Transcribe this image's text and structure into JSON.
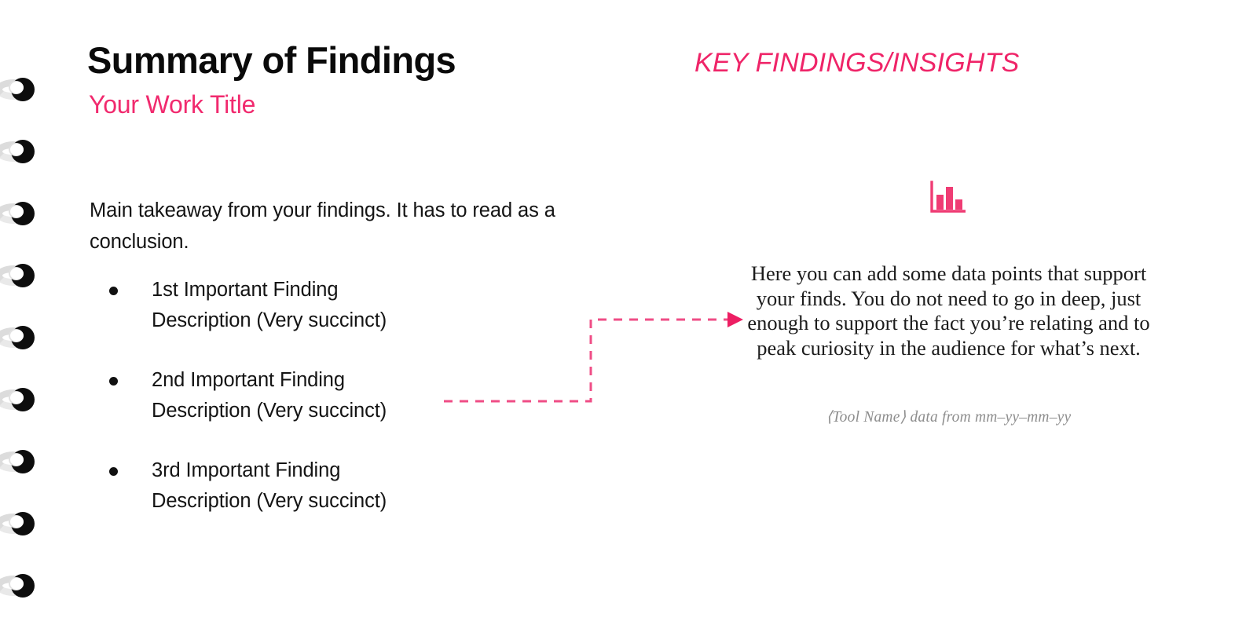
{
  "slide": {
    "title": "Summary of Findings",
    "subtitle": "Your Work Title",
    "section_label": "KEY FINDINGS/INSIGHTS",
    "background_color": "#ffffff",
    "accent_color": "#f12a6e",
    "text_color": "#141414",
    "muted_color": "#8e8e8e"
  },
  "binding": {
    "ring_count": 9,
    "wire_color": "#dcdcdc",
    "hook_color": "#0d0d0d"
  },
  "left": {
    "takeaway": "Main takeaway from your findings. It has to read as a conclusion.",
    "findings": [
      {
        "heading": "1st Important Finding",
        "description": "Description (Very succinct)"
      },
      {
        "heading": "2nd Important Finding",
        "description": "Description (Very succinct)"
      },
      {
        "heading": "3rd Important Finding",
        "description": "Description (Very succinct)"
      }
    ]
  },
  "right": {
    "icon": "bar-chart-icon",
    "insight": "Here you can add some data points that support your finds. You do not need to go in deep, just enough to support the fact you’re relating and to peak curiosity in the audience for what’s next.",
    "source": "⟨Tool Name⟩ data from mm–yy–mm–yy"
  },
  "connector": {
    "style": "dashed-elbow-arrow",
    "color": "#ef4d86"
  },
  "chart_data": {
    "type": "bar",
    "categories": [
      "1",
      "2",
      "3"
    ],
    "values": [
      62,
      100,
      45
    ],
    "title": "",
    "xlabel": "",
    "ylabel": "",
    "ylim": [
      0,
      100
    ],
    "grid": false,
    "color": "#ef3c74"
  }
}
